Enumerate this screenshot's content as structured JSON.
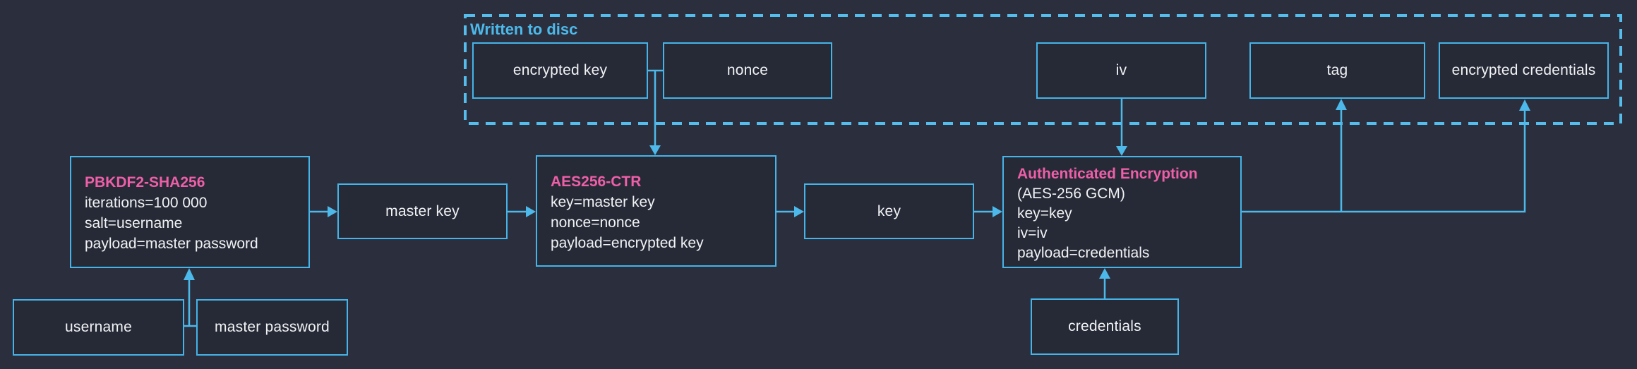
{
  "container": {
    "label": "Written to disc"
  },
  "nodes": {
    "encrypted_key": {
      "label": "encrypted key"
    },
    "nonce": {
      "label": "nonce"
    },
    "iv": {
      "label": "iv"
    },
    "tag": {
      "label": "tag"
    },
    "encrypted_credentials": {
      "label": "encrypted credentials"
    },
    "pbkdf2": {
      "title": "PBKDF2-SHA256",
      "lines": [
        "iterations=100 000",
        "salt=username",
        "payload=master password"
      ]
    },
    "master_key": {
      "label": "master key"
    },
    "aes256_ctr": {
      "title": "AES256-CTR",
      "lines": [
        "key=master key",
        "nonce=nonce",
        "payload=encrypted key"
      ]
    },
    "key": {
      "label": "key"
    },
    "auth_enc": {
      "title": "Authenticated Encryption",
      "lines": [
        "(AES-256 GCM)",
        "key=key",
        "iv=iv",
        "payload=credentials"
      ]
    },
    "username": {
      "label": "username"
    },
    "master_password": {
      "label": "master password"
    },
    "credentials": {
      "label": "credentials"
    }
  },
  "edges": [
    {
      "from": "username + master password",
      "to": "pbkdf2"
    },
    {
      "from": "pbkdf2",
      "to": "master_key"
    },
    {
      "from": "master_key",
      "to": "aes256_ctr"
    },
    {
      "from": "encrypted_key + nonce",
      "to": "aes256_ctr"
    },
    {
      "from": "aes256_ctr",
      "to": "key"
    },
    {
      "from": "key",
      "to": "auth_enc"
    },
    {
      "from": "iv",
      "to": "auth_enc"
    },
    {
      "from": "credentials",
      "to": "auth_enc"
    },
    {
      "from": "auth_enc",
      "to": "tag"
    },
    {
      "from": "auth_enc",
      "to": "encrypted_credentials"
    }
  ],
  "colors": {
    "background": "#2b2f3d",
    "box_fill": "#262a36",
    "line_blue": "#4db9ea",
    "dashed_blue": "#55bdec",
    "title_pink": "#ee5fa8",
    "text_white": "#f1f2f4"
  }
}
